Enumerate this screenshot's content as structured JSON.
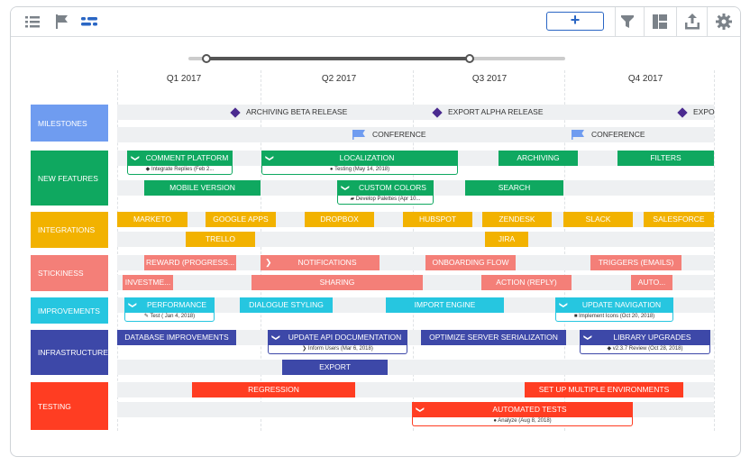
{
  "toolbar": {
    "add_label": "+"
  },
  "quarters": [
    "Q1 2017",
    "Q2 2017",
    "Q3 2017",
    "Q4 2017"
  ],
  "rows": [
    {
      "label": "MILESTONES",
      "color": "#6f9cf0"
    },
    {
      "label": "NEW FEATURES",
      "color": "#0fa860"
    },
    {
      "label": "INTEGRATIONS",
      "color": "#f2b200"
    },
    {
      "label": "STICKINESS",
      "color": "#f47f78"
    },
    {
      "label": "IMPROVEMENTS",
      "color": "#26c6e0"
    },
    {
      "label": "INFRASTRUCTURE",
      "color": "#3d48a8"
    },
    {
      "label": "TESTING",
      "color": "#ff3d22"
    }
  ],
  "milestones": {
    "archiving_beta": "ARCHIVING BETA RELEASE",
    "export_alpha": "EXPORT ALPHA RELEASE",
    "expo": "EXPO",
    "conference1": "CONFERENCE",
    "conference2": "CONFERENCE"
  },
  "bars": {
    "comment_platform": "COMMENT PLATFORM",
    "comment_platform_sub": "Integrate Replies (Feb 2...",
    "localization": "LOCALIZATION",
    "localization_sub": "Testing (May 14, 2018)",
    "archiving": "ARCHIVING",
    "filters": "FILTERS",
    "mobile_version": "MOBILE VERSION",
    "custom_colors": "CUSTOM COLORS",
    "custom_colors_sub": "Develop Palettes (Apr 10...",
    "search": "SEARCH",
    "marketo": "MARKETO",
    "google_apps": "GOOGLE APPS",
    "dropbox": "DROPBOX",
    "hubspot": "HUBSPOT",
    "zendesk": "ZENDESK",
    "slack": "SLACK",
    "salesforce": "SALESFORCE",
    "trello": "TRELLO",
    "jira": "JIRA",
    "reward": "REWARD (PROGRESS...",
    "notifications": "NOTIFICATIONS",
    "onboarding_flow": "ONBOARDING FLOW",
    "triggers": "TRIGGERS (EMAILS)",
    "investme": "INVESTME...",
    "sharing": "SHARING",
    "action_reply": "ACTION (REPLY)",
    "auto": "AUTO...",
    "performance": "PERFORMANCE",
    "performance_sub": "Test ( Jan 4, 2018)",
    "dialogue_styling": "DIALOGUE STYLING",
    "import_engine": "IMPORT ENGINE",
    "update_navigation": "UPDATE NAVIGATION",
    "update_navigation_sub": "Implement Icons (Oct 20, 2018)",
    "database_improvements": "DATABASE IMPROVEMENTS",
    "update_api_docs": "UPDATE API DOCUMENTATION",
    "update_api_docs_sub": "Inform Users (Mar 6, 2018)",
    "optimize_server": "OPTIMIZE SERVER SERIALIZATION",
    "library_upgrades": "LIBRARY UPGRADES",
    "library_upgrades_sub": "v2.3.7 Review (Oct 28, 2018)",
    "export": "EXPORT",
    "regression": "REGRESSION",
    "multiple_envs": "SET UP MULTIPLE ENVIRONMENTS",
    "automated_tests": "AUTOMATED TESTS",
    "automated_tests_sub": "Analyze (Aug 8, 2018)"
  }
}
